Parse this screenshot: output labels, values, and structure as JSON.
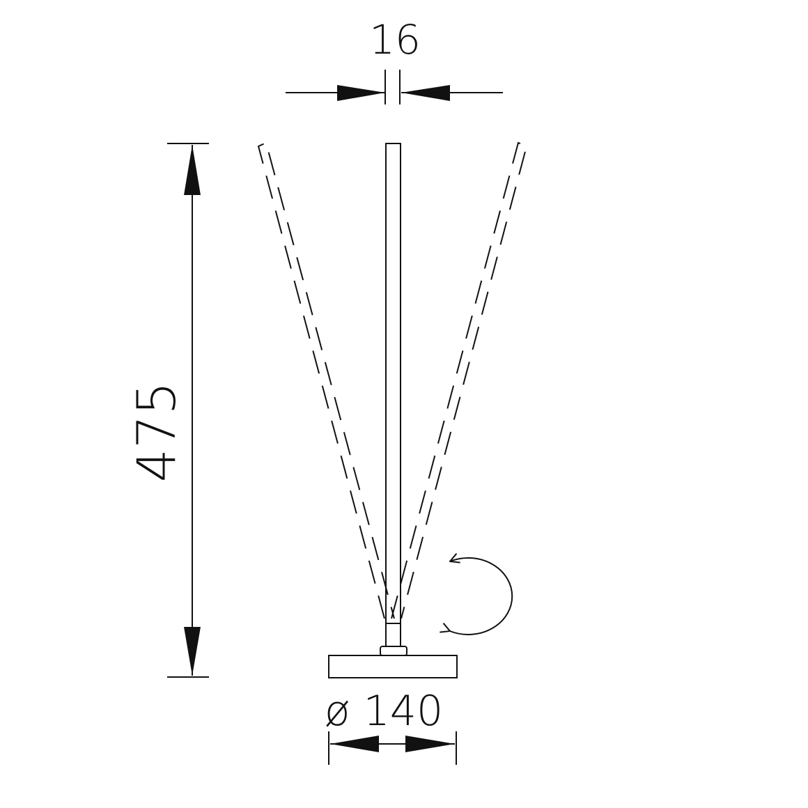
{
  "diagram": {
    "labels": {
      "rod_width": "16",
      "height": "475",
      "base_diameter": "ø 140"
    },
    "colors": {
      "line": "#111111",
      "background": "#ffffff"
    },
    "icons": {
      "rotation": "rotation-arrow-icon"
    }
  }
}
